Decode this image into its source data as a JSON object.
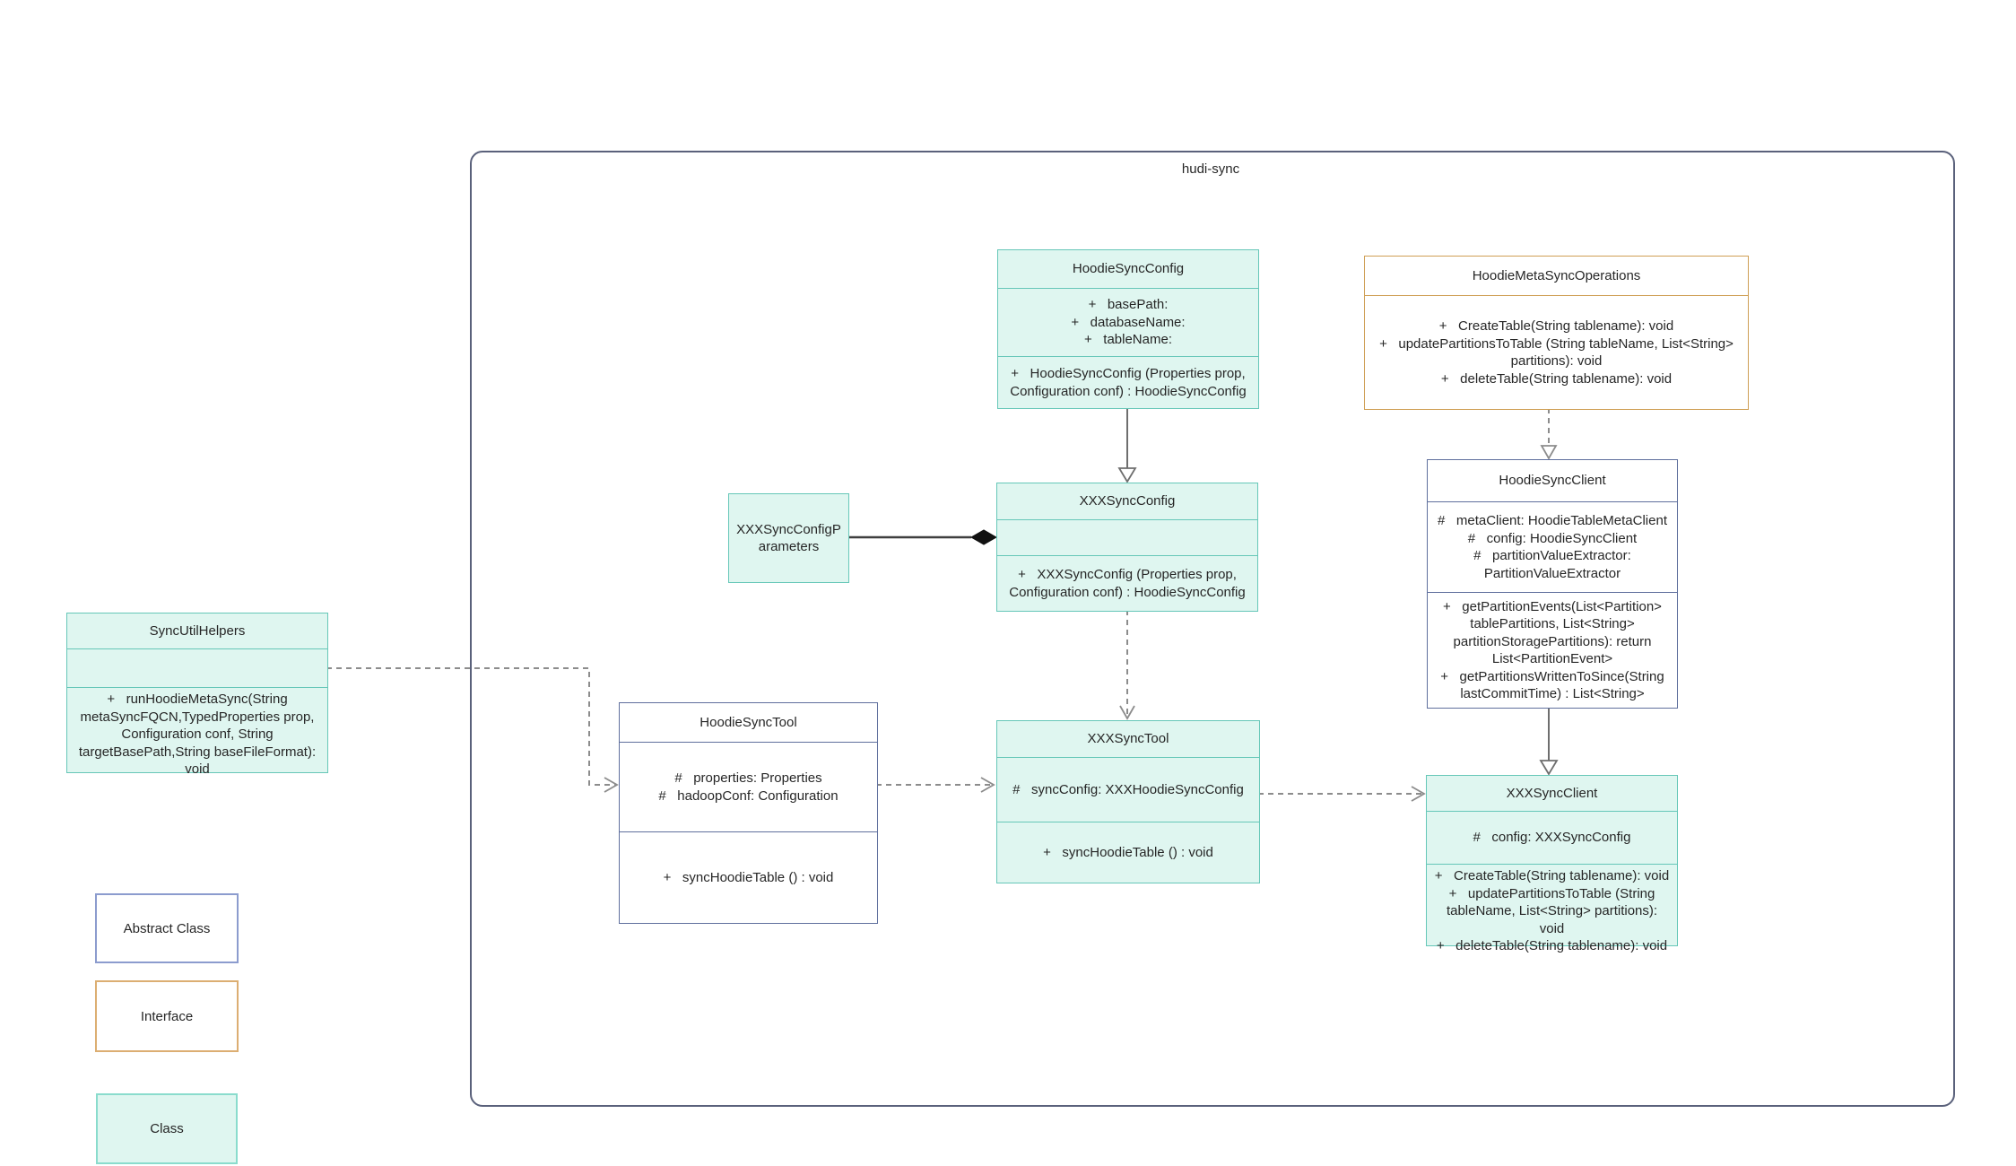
{
  "container": {
    "label": "hudi-sync"
  },
  "classes": {
    "hoodieSyncConfig": {
      "title": "HoodieSyncConfig",
      "attributes": [
        "+   basePath:",
        "+   databaseName:",
        "+   tableName:"
      ],
      "methods": [
        "+   HoodieSyncConfig (Properties prop, Configuration conf) : HoodieSyncConfig"
      ]
    },
    "hoodieMetaSyncOperations": {
      "title": "HoodieMetaSyncOperations",
      "methods": [
        "+   CreateTable(String tablename): void",
        "+   updatePartitionsToTable (String tableName, List<String> partitions): void",
        "+   deleteTable(String tablename): void"
      ]
    },
    "hoodieSyncClient": {
      "title": "HoodieSyncClient",
      "attributes": [
        "#   metaClient: HoodieTableMetaClient",
        "#   config: HoodieSyncClient",
        "#   partitionValueExtractor: PartitionValueExtractor"
      ],
      "methods": [
        "+   getPartitionEvents(List<Partition> tablePartitions, List<String> partitionStoragePartitions): return List<PartitionEvent>",
        "+   getPartitionsWrittenToSince(String lastCommitTime) : List<String>"
      ]
    },
    "xxxSyncConfig": {
      "title": "XXXSyncConfig",
      "attributes": [],
      "methods": [
        "+   XXXSyncConfig (Properties prop, Configuration conf) : HoodieSyncConfig"
      ]
    },
    "xxxSyncConfigParameters": {
      "title": "XXXSyncConfigParameters"
    },
    "syncUtilHelpers": {
      "title": "SyncUtilHelpers",
      "attributes": [],
      "methods": [
        "+   runHoodieMetaSync(String metaSyncFQCN,TypedProperties prop, Configuration conf, String targetBasePath,String baseFileFormat): void"
      ]
    },
    "hoodieSyncTool": {
      "title": "HoodieSyncTool",
      "attributes": [
        "#   properties: Properties",
        "#   hadoopConf: Configuration"
      ],
      "methods": [
        "+   syncHoodieTable () : void"
      ]
    },
    "xxxSyncTool": {
      "title": "XXXSyncTool",
      "attributes": [
        "#   syncConfig: XXXHoodieSyncConfig"
      ],
      "methods": [
        "+   syncHoodieTable () : void"
      ]
    },
    "xxxSyncClient": {
      "title": "XXXSyncClient",
      "attributes": [
        "#   config: XXXSyncConfig"
      ],
      "methods": [
        "+   CreateTable(String tablename): void",
        "+   updatePartitionsToTable (String tableName, List<String> partitions): void",
        "+   deleteTable(String tablename): void"
      ]
    }
  },
  "legend": {
    "abstract": "Abstract Class",
    "interface": "Interface",
    "class": "Class"
  },
  "colors": {
    "class_fill": "#dff6f0",
    "class_border": "#66c7b8",
    "abstract_class_border": "#5f6f9d",
    "interface_border": "#cf9f55",
    "container_border": "#5a617b",
    "solid_connector": "#6e6e6e",
    "dashed_connector": "#8c8c8c"
  },
  "relationships": [
    {
      "from": "HoodieSyncConfig",
      "to": "XXXSyncConfig",
      "type": "generalization (solid, hollow triangle)"
    },
    {
      "from": "HoodieMetaSyncOperations",
      "to": "HoodieSyncClient",
      "type": "realization (dashed, hollow triangle)"
    },
    {
      "from": "XXXSyncConfig",
      "to": "XXXSyncTool",
      "type": "dependency (dashed, open arrow)"
    },
    {
      "from": "HoodieSyncClient",
      "to": "XXXSyncClient",
      "type": "generalization (solid, hollow triangle)"
    },
    {
      "from": "HoodieSyncTool",
      "to": "XXXSyncTool",
      "type": "dependency (dashed, open arrow)"
    },
    {
      "from": "XXXSyncTool",
      "to": "XXXSyncClient",
      "type": "dependency (dashed, open arrow)"
    },
    {
      "from": "SyncUtilHelpers",
      "to": "HoodieSyncTool",
      "type": "dependency (dashed, open arrow)"
    },
    {
      "from": "XXXSyncConfigParameters",
      "to": "XXXSyncConfig",
      "type": "composition (solid, filled diamond)"
    }
  ]
}
